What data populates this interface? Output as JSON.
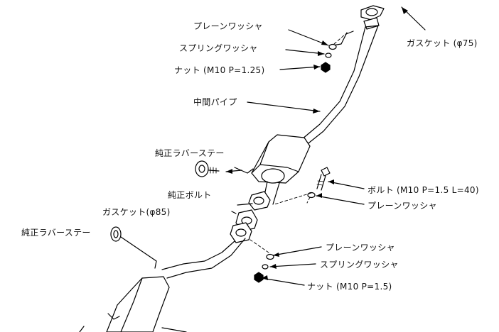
{
  "labels": {
    "plain_washer_top": "プレーンワッシャ",
    "spring_washer_top": "スプリングワッシャ",
    "nut_top": "ナット (M10 P=1.25)",
    "gasket_75": "ガスケット (φ75)",
    "mid_pipe": "中間パイプ",
    "rubber_stay_upper": "純正ラバーステー",
    "oem_bolt": "純正ボルト",
    "bolt_m10": "ボルト (M10 P=1.5 L=40)",
    "plain_washer_mid": "プレーンワッシャ",
    "gasket_85": "ガスケット(φ85)",
    "rubber_stay_lower": "純正ラバーステー",
    "plain_washer_low": "プレーンワッシャ",
    "spring_washer_low": "スプリングワッシャ",
    "nut_low": "ナット (M10 P=1.5)"
  },
  "colors": {
    "line": "#000000",
    "background": "#ffffff"
  }
}
